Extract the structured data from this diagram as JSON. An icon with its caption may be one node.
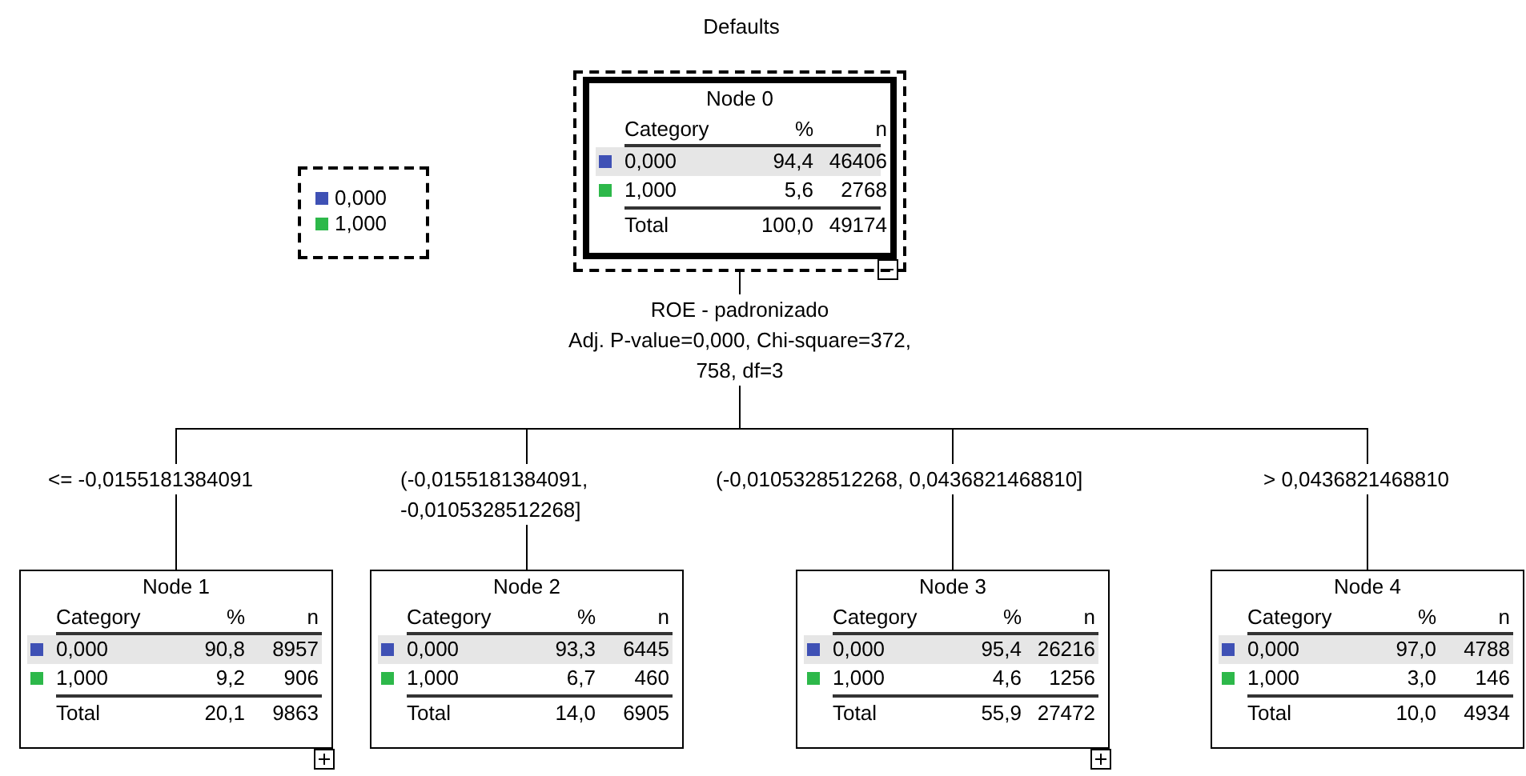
{
  "diagram": {
    "title": "Defaults",
    "nodes": [
      {
        "text": [
          "Node 0",
          "Category",
          "%",
          "n",
          "0,000",
          "94,4",
          "46406",
          "1,000",
          "5,6",
          "2768",
          "Total",
          "100,0",
          "49174"
        ]
      },
      {
        "text": [
          "Node 1",
          "Category",
          "%",
          "n",
          "0,000",
          "90,8",
          "8957",
          "1,000",
          "9,2",
          "906",
          "Total",
          "20,1",
          "9863"
        ]
      },
      {
        "text": [
          "Node 2",
          "Category",
          "%",
          "n",
          "0,000",
          "93,3",
          "6445",
          "1,000",
          "6,7",
          "460",
          "Total",
          "14,0",
          "6905"
        ]
      },
      {
        "text": [
          "Node 3",
          "Category",
          "%",
          "n",
          "0,000",
          "95,4",
          "26216",
          "1,000",
          "4,6",
          "1256",
          "Total",
          "55,9",
          "27472"
        ]
      },
      {
        "text": [
          "Node 4",
          "Category",
          "%",
          "n",
          "0,000",
          "97,0",
          "4788",
          "1,000",
          "3,0",
          "146",
          "Total",
          "10,0",
          "4934"
        ]
      }
    ],
    "edges": [
      {
        "from": 0,
        "to": 1,
        "arrow": "none",
        "label": "<= -0,0155181384091"
      },
      {
        "from": 0,
        "to": 2,
        "arrow": "none",
        "label": "(-0,0155181384091, -0,0105328512268]"
      },
      {
        "from": 0,
        "to": 3,
        "arrow": "none",
        "label": "(-0,0105328512268, 0,0436821468810]"
      },
      {
        "from": 0,
        "to": 4,
        "arrow": "none",
        "label": "> 0,0436821468810"
      }
    ],
    "labels": [
      "ROE - padronizado",
      "Adj. P-value=0,000, Chi-square=372, 758, df=3"
    ],
    "legend": [
      {
        "text": "0,000",
        "color": "#3f51b5"
      },
      {
        "text": "1,000",
        "color": "#2db84a"
      }
    ]
  }
}
